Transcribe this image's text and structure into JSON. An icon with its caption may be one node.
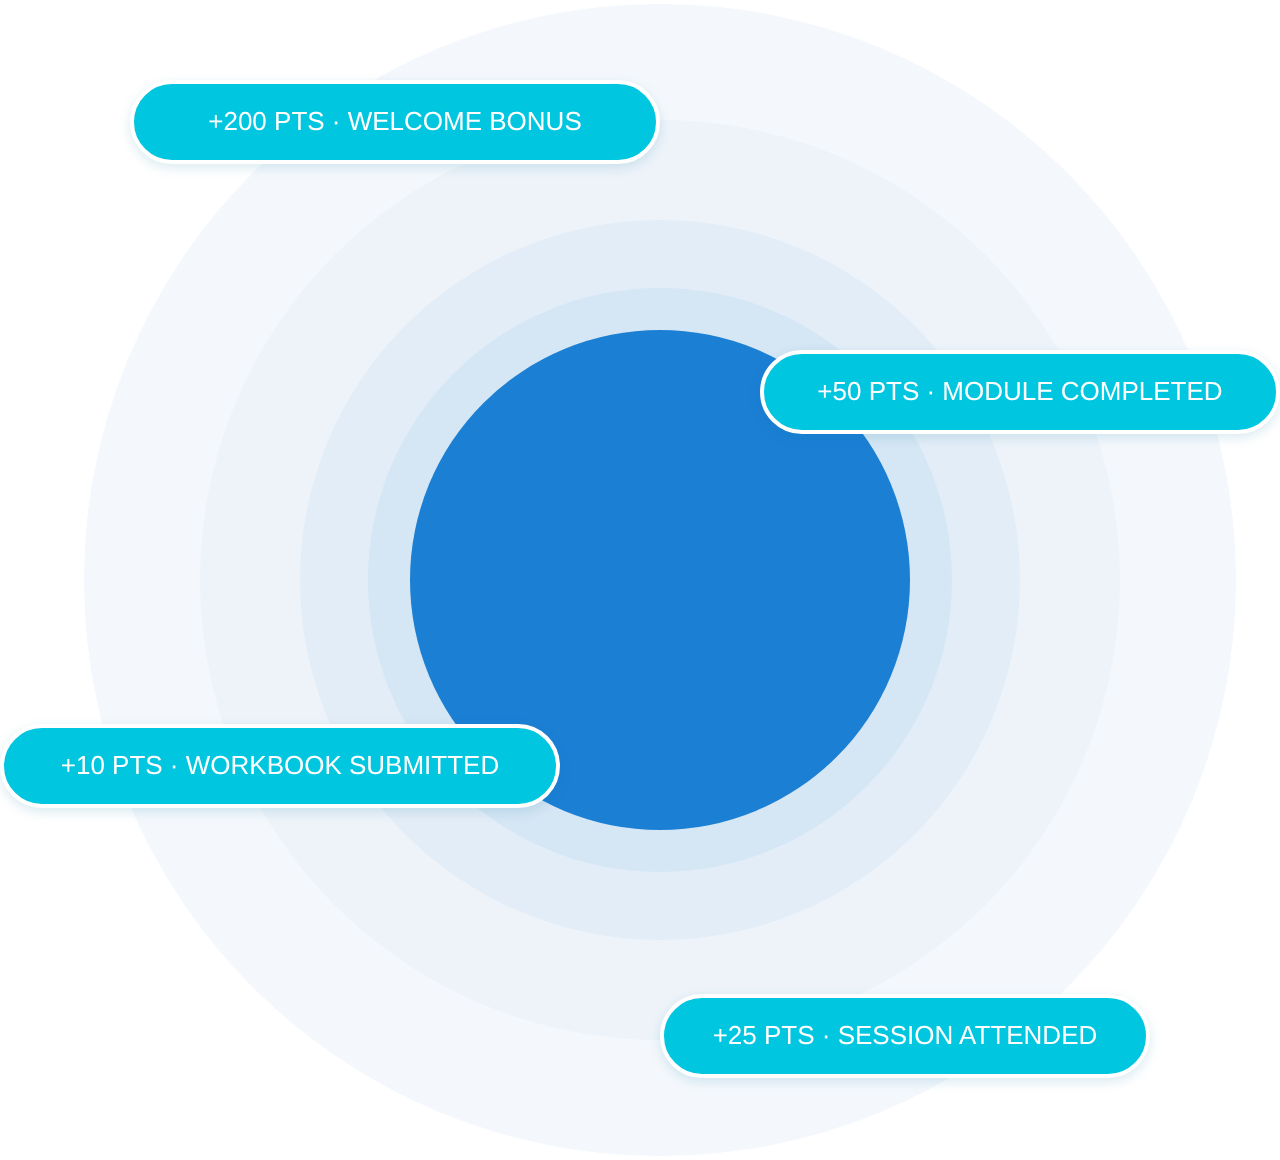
{
  "diagram": {
    "nodes": [
      {
        "text": [
          "+200 PTS · WELCOME BONUS"
        ]
      },
      {
        "text": [
          "+50 PTS · MODULE COMPLETED"
        ]
      },
      {
        "text": [],
        "shape": "circle"
      },
      {
        "text": [
          "+10 PTS · WORKBOOK SUBMITTED"
        ]
      },
      {
        "text": [
          "+25 PTS · SESSION ATTENDED"
        ]
      }
    ],
    "edges": []
  }
}
